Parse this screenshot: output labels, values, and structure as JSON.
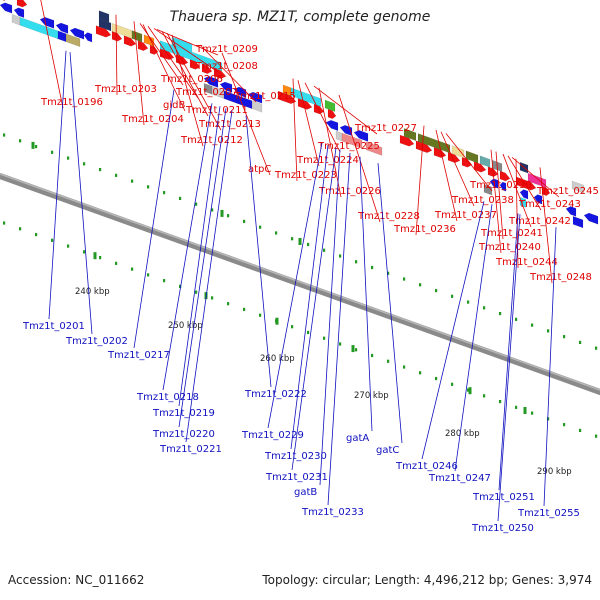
{
  "title": "Thauera sp. MZ1T, complete genome",
  "footer": {
    "accession": "Accession: NC_011662",
    "summary": "Topology: circular; Length: 4,496,212 bp; Genes: 3,974"
  },
  "colors": {
    "backbone": "#8a8a8a",
    "forward_label": "#e00000",
    "reverse_label": "#1010c0",
    "tick": "#229922",
    "forward_gene": "#ee1111",
    "reverse_gene": "#1515e0"
  },
  "scale_labels": [
    "240 kbp",
    "250 kbp",
    "260 kbp",
    "270 kbp",
    "280 kbp",
    "290 kbp"
  ],
  "forward_labels": [
    "Tmz1t_0196",
    "Tmz1t_0203",
    "Tmz1t_0204",
    "Tmz1t_0206",
    "gidB",
    "Tmz1t_0207",
    "Tmz1t_0208",
    "Tmz1t_0209",
    "Tmz1t_0211",
    "Tmz1t_0213",
    "Tmz1t_0212",
    "Tmz1t_0215",
    "atpC",
    "Tmz1t_0223",
    "Tmz1t_0224",
    "Tmz1t_0225",
    "Tmz1t_0227",
    "Tmz1t_0226",
    "Tmz1t_0228",
    "Tmz1t_0236",
    "Tmz1t_0237",
    "Tmz1t_0238",
    "Tmz1t_0239",
    "Tmz1t_0240",
    "Tmz1t_0241",
    "Tmz1t_0242",
    "Tmz1t_0243",
    "Tmz1t_0245",
    "Tmz1t_0244",
    "Tmz1t_0248"
  ],
  "reverse_labels": [
    "Tmz1t_0201",
    "Tmz1t_0202",
    "Tmz1t_0217",
    "Tmz1t_0218",
    "Tmz1t_0219",
    "Tmz1t_0220",
    "Tmz1t_0221",
    "Tmz1t_0222",
    "Tmz1t_0229",
    "Tmz1t_0230",
    "Tmz1t_0231",
    "gatB",
    "Tmz1t_0233",
    "gatA",
    "gatC",
    "Tmz1t_0246",
    "Tmz1t_0247",
    "Tmz1t_0251",
    "Tmz1t_0250",
    "Tmz1t_0255"
  ]
}
